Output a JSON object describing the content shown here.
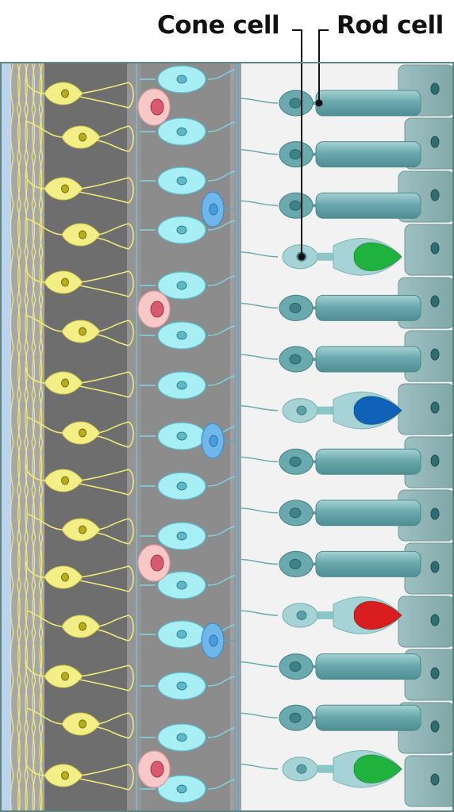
{
  "labels": {
    "cone": "Cone cell",
    "rod": "Rod cell"
  },
  "photoreceptors": [
    "rod",
    "rod",
    "rod",
    "cone",
    "rod",
    "rod",
    "cone",
    "rod",
    "rod",
    "rod",
    "cone",
    "rod",
    "rod",
    "cone"
  ],
  "cone_colors": [
    "#1fb23c",
    "#0f62b8",
    "#d81e1e",
    "#1fb23c"
  ],
  "colors": {
    "inner_limit": "#bcd3ee",
    "ganglion_band": "#6e6e6e",
    "inner_plexiform": "#949494",
    "bipolar_band": "#8c8c8c",
    "receptor_zone": "#f2f2f2",
    "border": "#5e8580",
    "ganglion_cell": "#f4ee87",
    "bipolar_cell": "#a8eef5",
    "amacrine_cell": "#f8c8c8",
    "horizontal_cell": "#6fb6ea",
    "rod_cell": "#6aa9ad",
    "cone_body": "#a6d3d5",
    "epithelium": "#8fb4b6"
  }
}
